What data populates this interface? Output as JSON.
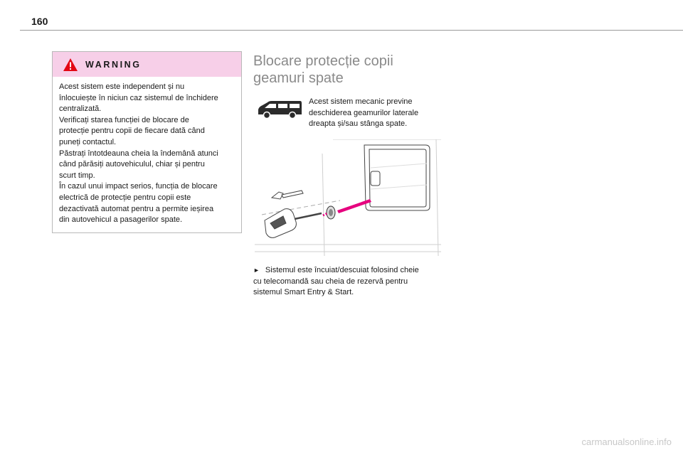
{
  "page": {
    "number": "160"
  },
  "warning": {
    "title": "WARNING",
    "lines": [
      "Acest sistem este independent și nu",
      "înlocuiește în niciun caz sistemul de închidere",
      "centralizată.",
      "Verificați starea funcției de blocare de",
      "protecție pentru copii de fiecare dată când",
      "puneți contactul.",
      "Păstrați întotdeauna cheia la îndemână atunci",
      "când părăsiți autovehiculul, chiar și pentru",
      "scurt timp.",
      "În cazul unui impact serios, funcția de blocare",
      "electrică de protecție pentru copii este",
      "dezactivată automat pentru a permite ieșirea",
      "din autovehicul a pasagerilor spate."
    ]
  },
  "section": {
    "title_lines": [
      "Blocare protecție copii",
      "geamuri spate"
    ],
    "intro_lines": [
      "Acest sistem mecanic previne",
      "deschiderea geamurilor laterale",
      "dreapta și/sau stânga spate."
    ],
    "step_marker": "►",
    "step_lines": [
      "Sistemul este încuiat/descuiat folosind cheie",
      "cu telecomandă sau cheia de rezervă pentru",
      "sistemul Smart Entry & Start."
    ]
  },
  "watermark": {
    "text": "carmanualsonline.info"
  },
  "colors": {
    "warning_header_bg": "#f7cfe8",
    "accent_magenta": "#e6007e",
    "title_gray": "#8a8a8a"
  }
}
